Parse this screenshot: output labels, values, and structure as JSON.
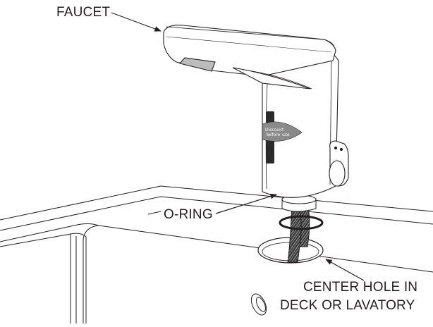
{
  "labels": {
    "faucet": "FAUCET",
    "o_ring": "O-RING",
    "center_hole_line1": "CENTER HOLE IN",
    "center_hole_line2": "DECK OR LAVATORY"
  },
  "tag": {
    "line1": "Discount",
    "line2": "before",
    "line3": "use"
  },
  "colors": {
    "ink": "#231f20",
    "sensor": "#2b2b2b",
    "tag_fill": "#8a8a8a",
    "hose": "#3a3a3a"
  }
}
